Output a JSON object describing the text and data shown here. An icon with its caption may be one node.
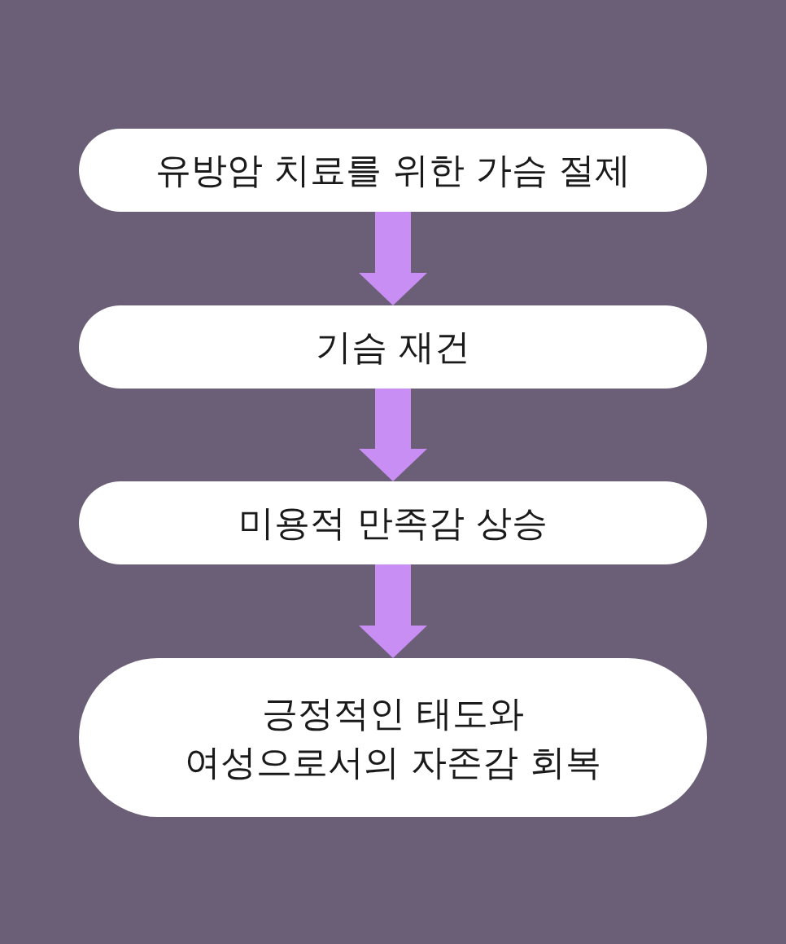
{
  "diagram": {
    "nodes": [
      {
        "text": [
          "유방암 치료를 위한 가슴 절제"
        ]
      },
      {
        "text": [
          "기슴 재건"
        ]
      },
      {
        "text": [
          "미용적 만족감 상승"
        ]
      },
      {
        "text": [
          "긍정적인 태도와 여성으로서의 자존감 회복"
        ]
      }
    ],
    "edges": [
      {
        "from": 0,
        "to": 1,
        "arrow": "to"
      },
      {
        "from": 1,
        "to": 2,
        "arrow": "to"
      },
      {
        "from": 2,
        "to": 3,
        "arrow": "to"
      }
    ]
  }
}
